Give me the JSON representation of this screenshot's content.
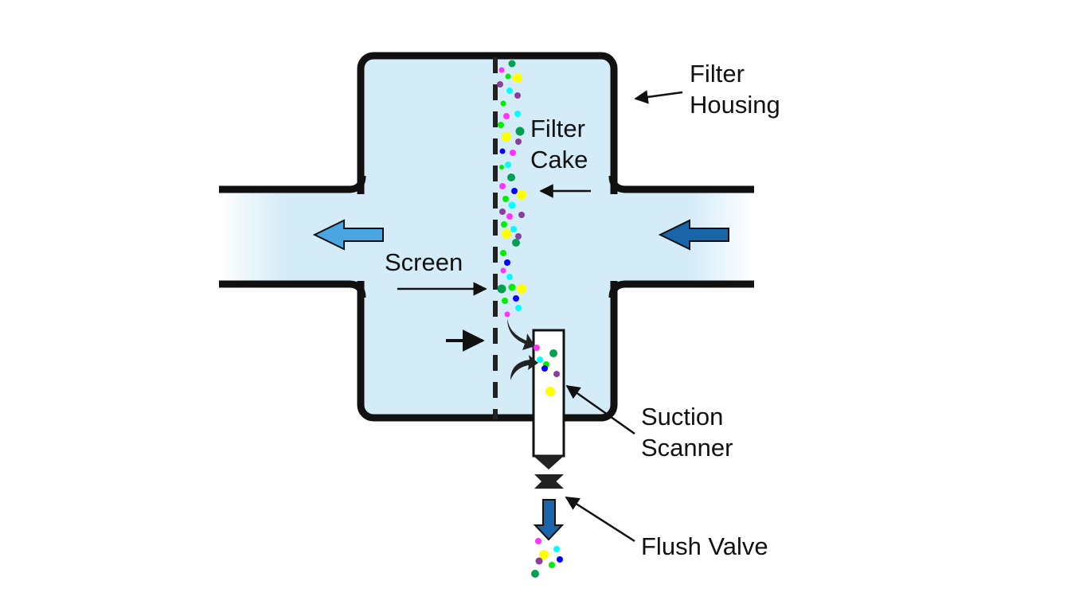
{
  "labels": {
    "filter_housing": [
      "Filter",
      "Housing"
    ],
    "filter_cake": [
      "Filter",
      "Cake"
    ],
    "screen": "Screen",
    "suction_scanner": [
      "Suction",
      "Scanner"
    ],
    "flush_valve": "Flush Valve"
  },
  "colors": {
    "housing_fill": "#d4ebf8",
    "outline": "#111111",
    "outflow_arrow": "#4aa6e0",
    "inflow_arrow": "#1a65a8",
    "screen_line": "#222222",
    "particle_palette": [
      "#ff33ff",
      "#00a050",
      "#ffff00",
      "#00ffff",
      "#0000ff",
      "#00ee00",
      "#8a3fa0"
    ]
  },
  "icons": {
    "outflow": "left-arrow-icon",
    "inflow": "left-arrow-icon",
    "drain": "down-arrow-icon",
    "valve": "bowtie-valve-icon"
  }
}
